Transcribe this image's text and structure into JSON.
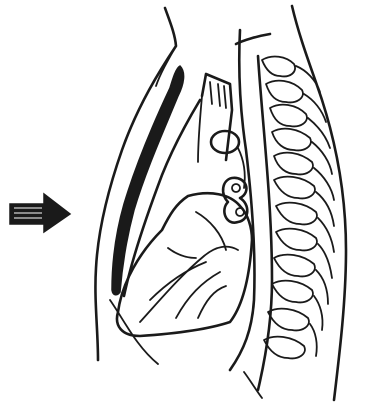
{
  "illustration": {
    "subject": "sagittal-chest-cross-section",
    "ink_color": "#1a1a1a",
    "background_color": "#ffffff",
    "arrow_direction": "right",
    "vertebra_count": 12
  }
}
